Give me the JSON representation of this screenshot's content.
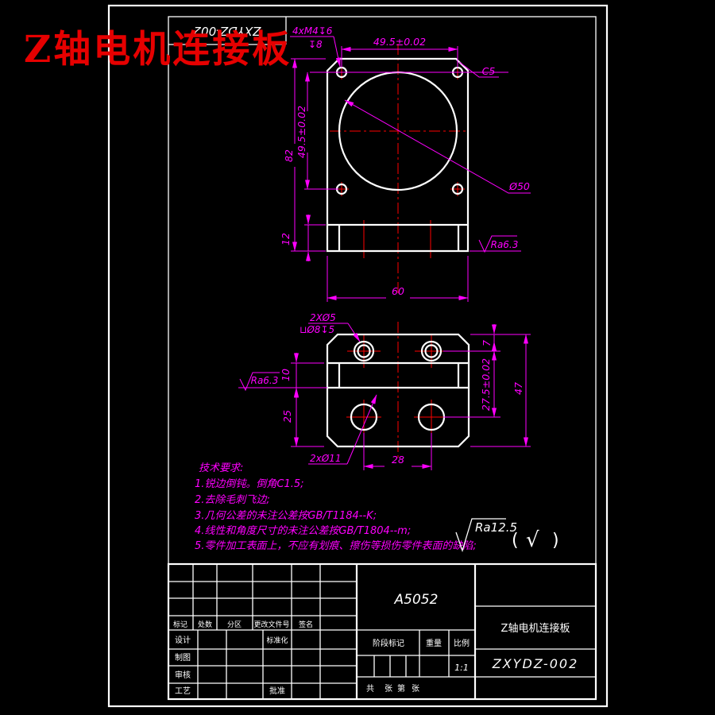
{
  "title_overlay": "Z轴电机连接板",
  "frame": {
    "flipped_label": "ZXYDZ-002"
  },
  "top_view": {
    "thread_callout_line1": "4xM4↧6",
    "thread_callout_line2": "↧8",
    "dim_hole_spacing_h": "49.5±0.02",
    "dim_hole_spacing_v": "49.5±0.02",
    "dim_height": "82",
    "dim_step": "12",
    "dim_width": "60",
    "chamfer_callout": "C5",
    "bore_callout": "Ø50",
    "surface_callout": "Ra6.3"
  },
  "bottom_view": {
    "hole_callout_line1": "2XØ5",
    "hole_callout_line2": "⊔Ø8↧5",
    "big_hole_callout": "2xØ11",
    "dim_edge_to_hole": "7",
    "dim_hole_spacing_v": "27.5±0.02",
    "dim_height": "47",
    "dim_step": "10",
    "dim_lower": "25",
    "dim_hole_spacing_h": "28",
    "surface_callout": "Ra6.3"
  },
  "tech_requirements": {
    "heading": "技术要求:",
    "items": [
      "1.锐边倒钝。倒角C1.5;",
      "2.去除毛刺飞边;",
      "3.几何公差的未注公差按GB/T1184--K;",
      "4.线性和角度尺寸的未注公差按GB/T1804--m;",
      "5.零件加工表面上，不应有划痕、擦伤等损伤零件表面的缺陷;"
    ]
  },
  "surface_note": {
    "ra": "Ra12.5",
    "paren_open": "(",
    "check_mark": "√",
    "paren_close": ")"
  },
  "title_block": {
    "material": "A5052",
    "part_name": "Z轴电机连接板",
    "drawing_number": "ZXYDZ-002",
    "scale_value": "1:1",
    "labels": {
      "mark": "标记",
      "count": "处数",
      "zone": "分区",
      "change_doc_no": "更改文件号",
      "signature": "签名",
      "design": "设计",
      "standardization": "标准化",
      "draft": "制图",
      "review": "审核",
      "process": "工艺",
      "approve": "批准",
      "stage_mark": "阶段标记",
      "weight": "重量",
      "scale": "比例"
    },
    "sheet": [
      "共",
      "张",
      "第",
      "张"
    ]
  },
  "colors": {
    "dimension": "#ff00ff",
    "centerline": "#ff0000",
    "geometry": "#ffffff",
    "title_red": "#e60000",
    "background": "#000000"
  }
}
